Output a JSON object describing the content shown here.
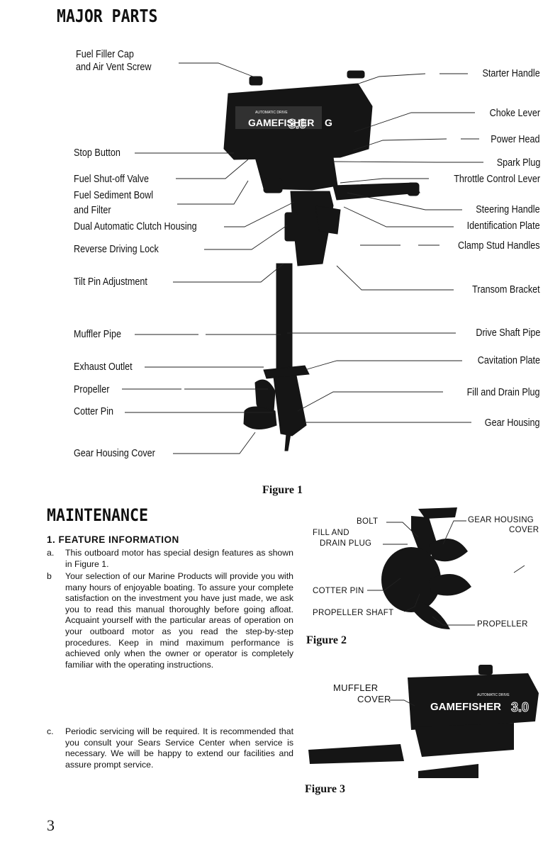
{
  "major_parts": {
    "title": "MAJOR PARTS",
    "left_labels": {
      "fuel_filler_cap_line1": "Fuel Filler Cap",
      "fuel_filler_cap_line2": "and Air Vent Screw",
      "stop_button": "Stop Button",
      "fuel_shutoff_valve": "Fuel Shut-off Valve",
      "fuel_sediment_bowl_line1": "Fuel Sediment Bowl",
      "fuel_sediment_bowl_line2": "and Filter",
      "dual_clutch_housing": "Dual Automatic Clutch Housing",
      "reverse_driving_lock": "Reverse Driving Lock",
      "tilt_pin_adjustment": "Tilt Pin Adjustment",
      "muffler_pipe": "Muffler Pipe",
      "exhaust_outlet": "Exhaust Outlet",
      "propeller": "Propeller",
      "cotter_pin": "Cotter Pin",
      "gear_housing_cover": "Gear Housing Cover"
    },
    "right_labels": {
      "starter_handle": "Starter Handle",
      "choke_lever": "Choke Lever",
      "power_head": "Power Head",
      "spark_plug": "Spark Plug",
      "throttle_control_lever": "Throttle Control Lever",
      "steering_handle": "Steering Handle",
      "identification_plate": "Identification Plate",
      "clamp_stud_handles": "Clamp Stud Handles",
      "transom_bracket": "Transom Bracket",
      "drive_shaft_pipe": "Drive Shaft Pipe",
      "cavitation_plate": "Cavitation Plate",
      "fill_and_drain_plug": "Fill and Drain Plug",
      "gear_housing": "Gear Housing"
    },
    "motor_brand": "GAMEFISHER",
    "motor_model": "3.0",
    "motor_tagline": "AUTOMATIC DRIVE",
    "motor_badge": "G",
    "figure_caption": "Figure 1"
  },
  "maintenance": {
    "title": "MAINTENANCE",
    "section_heading": "1.  FEATURE  INFORMATION",
    "paragraphs": [
      {
        "letter": "a.",
        "text": "This outboard motor has special design features as shown in Figure 1."
      },
      {
        "letter": "b",
        "text": "Your selection of our Marine Products will provide you with many hours of enjoyable boating. To assure your complete satisfaction on the investment you have just made, we ask you to read this manual thoroughly before going afloat. Acquaint yourself with the particular areas of operation on your outboard motor as you read the step-by-step procedures. Keep in mind maximum performance is achieved only when the owner or operator is completely familiar with the operating instructions."
      },
      {
        "letter": "c.",
        "text": "Periodic servicing will be required. It is recommended that you consult your Sears Service Center when service is necessary. We will be happy to extend our facilities and assure prompt service."
      }
    ]
  },
  "figure2": {
    "labels": {
      "bolt": "BOLT",
      "fill_and": "FILL AND",
      "drain_plug": "DRAIN PLUG",
      "gear_housing": "GEAR HOUSING",
      "cover": "COVER",
      "cotter_pin": "COTTER PIN",
      "propeller_shaft": "PROPELLER SHAFT",
      "propeller": "PROPELLER"
    },
    "caption": "Figure 2"
  },
  "figure3": {
    "labels": {
      "muffler": "MUFFLER",
      "cover": "COVER"
    },
    "motor_brand": "GAMEFISHER",
    "motor_model": "3.0",
    "motor_tagline": "AUTOMATIC DRIVE",
    "caption": "Figure 3"
  },
  "page_number": "3"
}
